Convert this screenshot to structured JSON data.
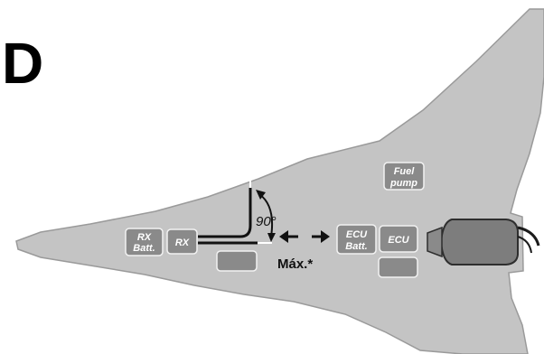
{
  "panel_letter": "D",
  "angle_label": "90°",
  "max_label": "Máx.*",
  "components": {
    "rx_batt": [
      "RX",
      "Batt."
    ],
    "rx": "RX",
    "ecu_batt": [
      "ECU",
      "Batt."
    ],
    "ecu": "ECU",
    "fuel_pump": [
      "Fuel",
      "pump"
    ]
  },
  "colors": {
    "airframe": "#c4c4c4",
    "component_box": "#8a8a8a",
    "cable": "#111111",
    "background": "#ffffff"
  }
}
